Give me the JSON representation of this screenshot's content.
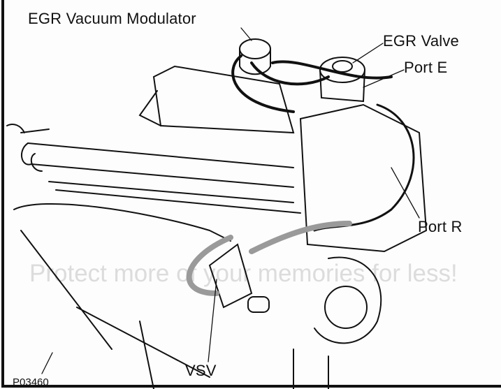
{
  "labels": {
    "egr_vacuum_modulator": "EGR Vacuum Modulator",
    "egr_valve": "EGR Valve",
    "port_e": "Port E",
    "port_r": "Port R",
    "vsv": "VSV"
  },
  "figure_id": "P03460",
  "watermark": "Protect more of your memories for less!",
  "colors": {
    "ink": "#111111",
    "hose_gray": "#9a9a9a",
    "watermark": "#dcdcdc"
  }
}
